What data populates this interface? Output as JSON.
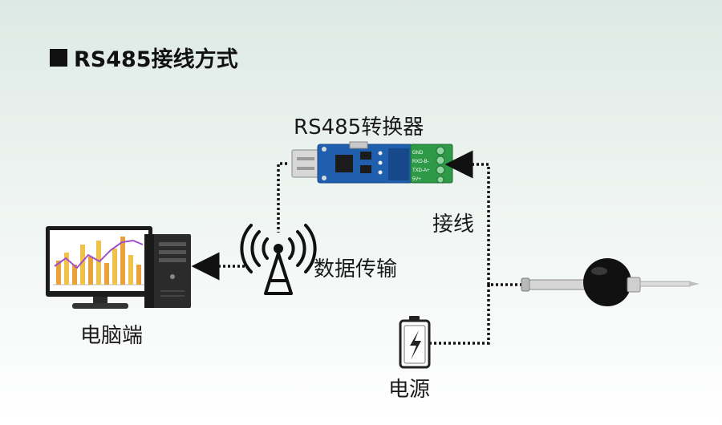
{
  "title": "RS485接线方式",
  "labels": {
    "converter": "RS485转换器",
    "wiring": "接线",
    "data_transmission": "数据传输",
    "computer": "电脑端",
    "power": "电源"
  },
  "converter_pins": [
    "GND",
    "RXD-B-",
    "TXD-A+",
    "5V+"
  ],
  "colors": {
    "pcb": "#1f5fae",
    "terminal_block": "#2e9a48",
    "line": "#111111",
    "chart_bars": "#e9a23b",
    "chart_line": "#a050c8"
  }
}
